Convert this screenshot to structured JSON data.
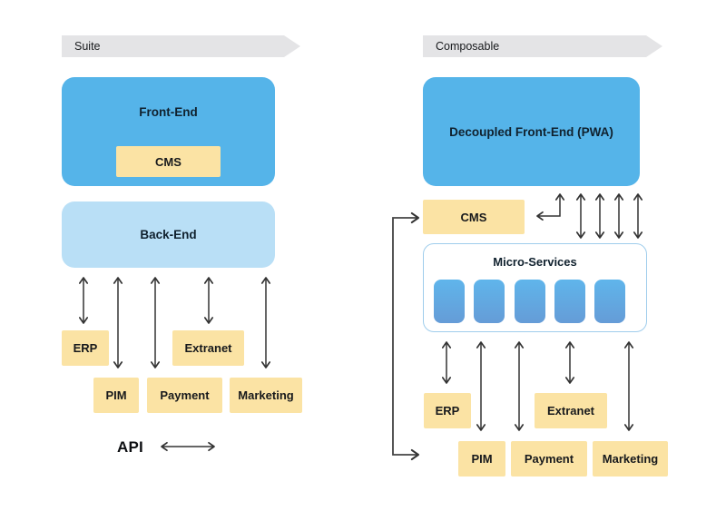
{
  "title": "Suite vs Composable architecture diagram",
  "colors": {
    "front_end_blue": "#55b4e9",
    "back_end_light_blue": "#b9dff6",
    "service_yellow": "#fbe3a4",
    "banner_gray": "#e4e4e6",
    "micro_services_border": "#9fcdec",
    "tile_gradient_top": "#5fb5eb",
    "tile_gradient_bottom": "#659cd7",
    "arrow_dark": "#333333",
    "text_dark": "#17191c"
  },
  "left": {
    "banner": "Suite",
    "front_end": "Front-End",
    "cms": "CMS",
    "back_end": "Back-End",
    "services_row1": [
      "ERP",
      "Extranet"
    ],
    "services_row2": [
      "PIM",
      "Payment",
      "Marketing"
    ],
    "api_label": "API"
  },
  "right": {
    "banner": "Composable",
    "front_end": "Decoupled Front-End (PWA)",
    "cms": "CMS",
    "micro_services": "Micro-Services",
    "tile_count": 5,
    "services_row1": [
      "ERP",
      "Extranet"
    ],
    "services_row2": [
      "PIM",
      "Payment",
      "Marketing"
    ]
  }
}
